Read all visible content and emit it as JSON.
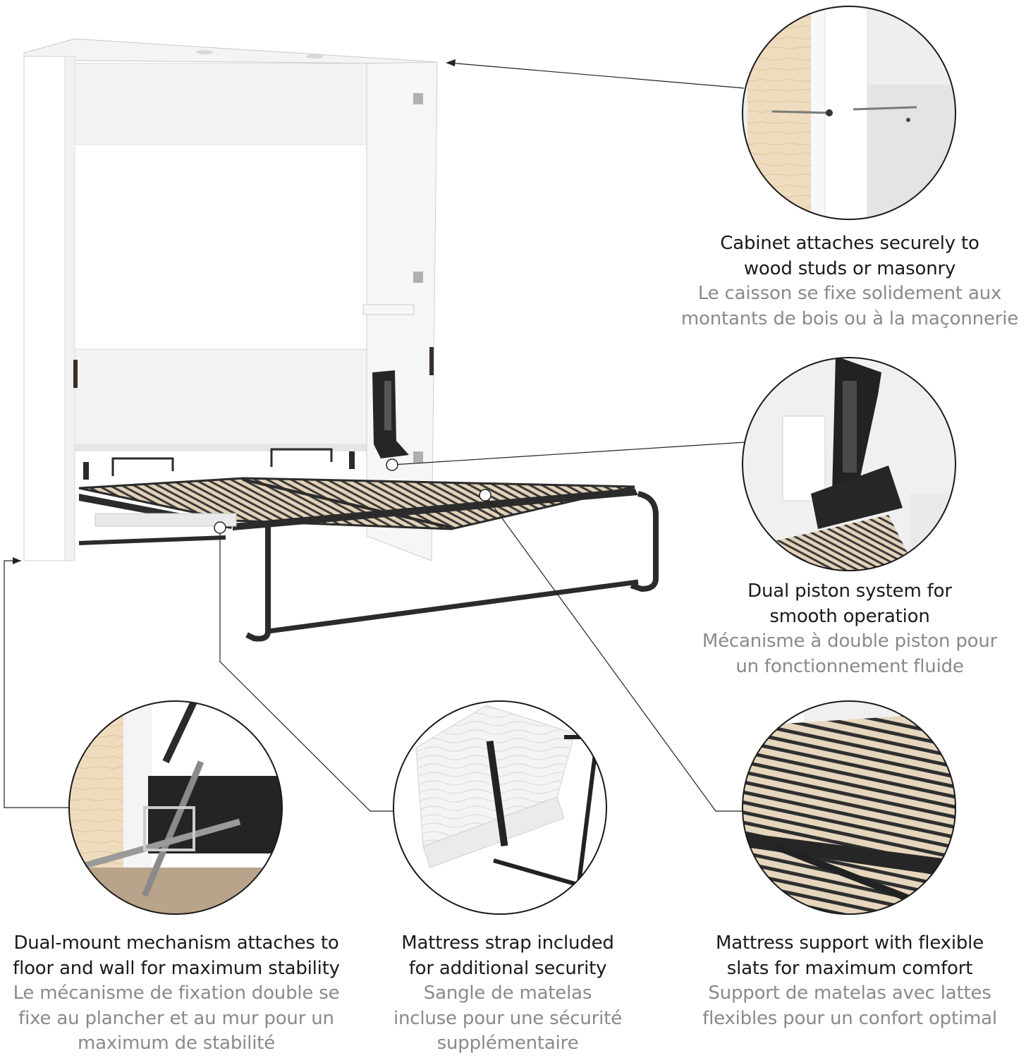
{
  "features": [
    {
      "id": "cabinet",
      "icon": "screw-bracket-icon",
      "en": [
        "Cabinet attaches securely to",
        "wood studs or masonry"
      ],
      "fr": [
        "Le caisson se fixe solidement aux",
        "montants de bois ou à la maçonnerie"
      ]
    },
    {
      "id": "piston",
      "icon": "piston-icon",
      "en": [
        "Dual piston system for",
        "smooth operation"
      ],
      "fr": [
        "Mécanisme à double piston pour",
        "un fonctionnement fluide"
      ]
    },
    {
      "id": "mount",
      "icon": "mount-bracket-icon",
      "en": [
        "Dual-mount mechanism attaches to",
        "floor and wall for maximum stability"
      ],
      "fr": [
        "Le mécanisme de fixation double se",
        "fixe au plancher et au mur pour un",
        "maximum de stabilité"
      ]
    },
    {
      "id": "strap",
      "icon": "mattress-strap-icon",
      "en": [
        "Mattress strap included",
        "for additional security"
      ],
      "fr": [
        "Sangle de matelas",
        "inclusе pour une sécurité",
        "supplémentaire"
      ]
    },
    {
      "id": "slats",
      "icon": "flexible-slats-icon",
      "en": [
        "Mattress support with flexible",
        "slats for maximum comfort"
      ],
      "fr": [
        "Support de matelas avec lattes",
        "flexibles pour un confort optimal"
      ]
    }
  ],
  "colors": {
    "text_primary": "#1a1a1a",
    "text_secondary": "#8a8a8a",
    "frame_metal": "#2b2b2b",
    "slat_wood": "#e3d2b8",
    "cabinet_white": "#ffffff",
    "wood_stud": "#efdcbf"
  }
}
